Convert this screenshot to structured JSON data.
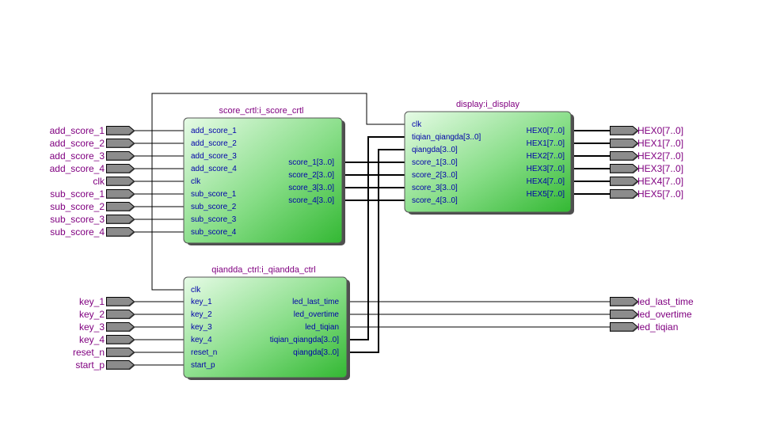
{
  "blocks": {
    "score": {
      "title": "score_crtl:i_score_crtl",
      "inputs": [
        "add_score_1",
        "add_score_2",
        "add_score_3",
        "add_score_4",
        "clk",
        "sub_score_1",
        "sub_score_2",
        "sub_score_3",
        "sub_score_4"
      ],
      "outputs": [
        "score_1[3..0]",
        "score_2[3..0]",
        "score_3[3..0]",
        "score_4[3..0]"
      ]
    },
    "display": {
      "title": "display:i_display",
      "inputs": [
        "clk",
        "tiqian_qiangda[3..0]",
        "qiangda[3..0]",
        "score_1[3..0]",
        "score_2[3..0]",
        "score_3[3..0]",
        "score_4[3..0]"
      ],
      "outputs": [
        "HEX0[7..0]",
        "HEX1[7..0]",
        "HEX2[7..0]",
        "HEX3[7..0]",
        "HEX4[7..0]",
        "HEX5[7..0]"
      ]
    },
    "qiangda": {
      "title": "qiandda_ctrl:i_qiandda_ctrl",
      "inputs": [
        "clk",
        "key_1",
        "key_2",
        "key_3",
        "key_4",
        "reset_n",
        "start_p"
      ],
      "outputs": [
        "led_last_time",
        "led_overtime",
        "led_tiqian",
        "tiqian_qiangda[3..0]",
        "qiangda[3..0]"
      ]
    }
  },
  "pins": {
    "score_inputs": [
      "add_score_1",
      "add_score_2",
      "add_score_3",
      "add_score_4",
      "clk",
      "sub_score_1",
      "sub_score_2",
      "sub_score_3",
      "sub_score_4"
    ],
    "qiangda_inputs": [
      "key_1",
      "key_2",
      "key_3",
      "key_4",
      "reset_n",
      "start_p"
    ],
    "display_outputs": [
      "HEX0[7..0]",
      "HEX1[7..0]",
      "HEX2[7..0]",
      "HEX3[7..0]",
      "HEX4[7..0]",
      "HEX5[7..0]"
    ],
    "led_outputs": [
      "led_last_time",
      "led_overtime",
      "led_tiqian"
    ]
  },
  "colors": {
    "wire": "#000000",
    "pin_label": "#800080",
    "port_label": "#0000aa",
    "block_light": "#e2fae2",
    "block_dark": "#33bb33",
    "pin_fill": "#8c8c8c"
  }
}
